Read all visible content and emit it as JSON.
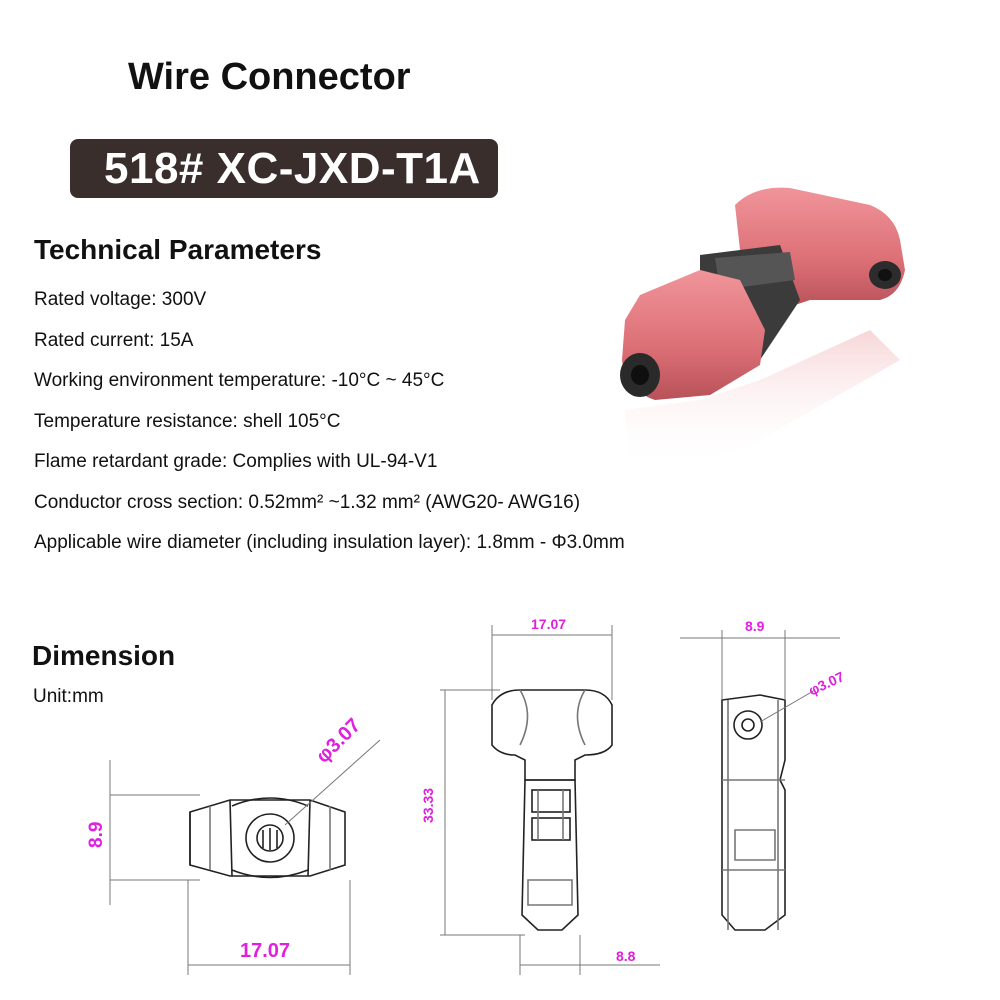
{
  "header": {
    "title": "Wire Connector",
    "model": "518#  XC-JXD-T1A"
  },
  "technical": {
    "title": "Technical Parameters",
    "params": [
      "Rated voltage: 300V",
      "Rated current: 15A",
      "Working environment temperature: -10°C  ~ 45°C",
      "Temperature resistance: shell 105°C",
      "Flame retardant grade: Complies with UL-94-V1",
      "Conductor cross section:  0.52mm² ~1.32 mm²  (AWG20- AWG16)",
      "Applicable wire diameter (including insulation layer): 1.8mm - Φ3.0mm"
    ]
  },
  "dimension": {
    "title": "Dimension",
    "unit": "Unit:mm",
    "front": {
      "height": "8.9",
      "width": "17.07",
      "hole": "φ3.07"
    },
    "top": {
      "width": "17.07",
      "height": "33.33",
      "bottom": "8.8"
    },
    "side": {
      "width": "8.9",
      "hole": "φ3.07"
    }
  },
  "colors": {
    "badge": "#3a2e2d",
    "dimension_text": "#e020e0",
    "connector_body": "#e57a80",
    "connector_core": "#3b3b3b"
  }
}
